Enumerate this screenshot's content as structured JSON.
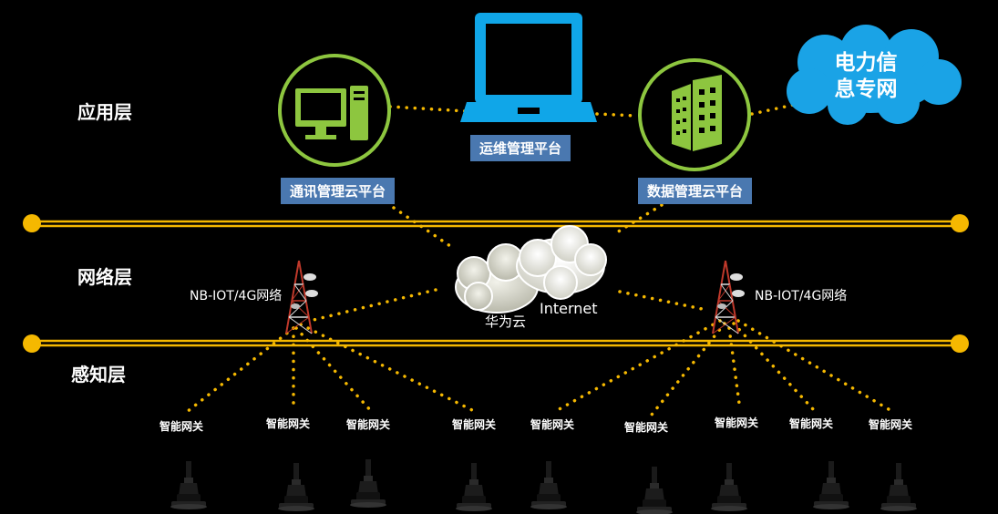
{
  "layers": {
    "application": "应用层",
    "network": "网络层",
    "perception": "感知层"
  },
  "platforms": {
    "comm": "通讯管理云平台",
    "ops": "运维管理平台",
    "data": "数据管理云平台"
  },
  "power_network": {
    "line1": "电力信",
    "line2": "息专网"
  },
  "network": {
    "left_tower_label": "NB-IOT/4G网络",
    "right_tower_label": "NB-IOT/4G网络",
    "huawei_cloud": "华为云",
    "internet": "Internet"
  },
  "gateways": [
    "智能网关",
    "智能网关",
    "智能网关",
    "智能网关",
    "智能网关",
    "智能网关",
    "智能网关",
    "智能网关",
    "智能网关"
  ],
  "colors": {
    "background": "#000000",
    "bus_line": "#f5b800",
    "dots": "#f5b800",
    "ring": "#8dc63f",
    "icon_green": "#8dc63f",
    "laptop": "#10a6e8",
    "cloud_blue": "#1aa3e6",
    "label_bg": "#4a78b0"
  },
  "icons": [
    "computer-icon",
    "laptop-icon",
    "building-icon",
    "cloud-icon",
    "tower-icon",
    "sensor-icon"
  ]
}
